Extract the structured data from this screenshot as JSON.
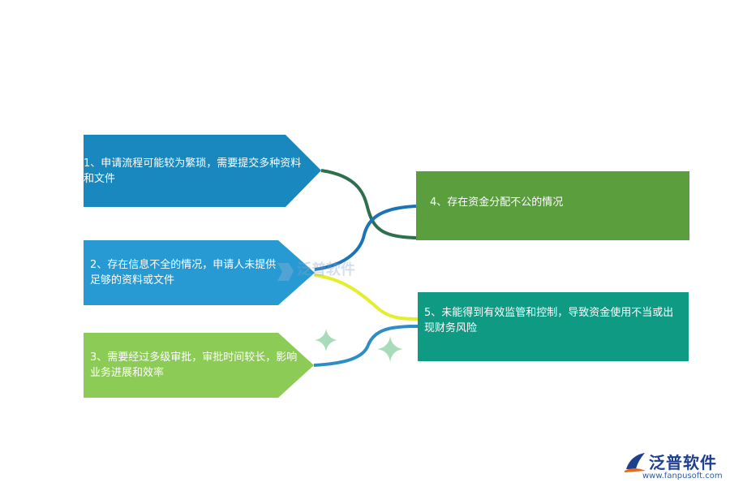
{
  "diagram": {
    "items": [
      {
        "text": "1、申请流程可能较为繁琐，需要提交多种资料和文件",
        "color": "#1888be"
      },
      {
        "text": "2、存在信息不全的情况，申请人未提供足够的资料或文件",
        "color": "#279ad4"
      },
      {
        "text": "3、需要经过多级审批，审批时间较长，影响业务进展和效率",
        "color": "#8ccb55"
      },
      {
        "text": "4、存在资金分配不公的情况",
        "color": "#5a9e3e"
      },
      {
        "text": "5、未能得到有效监管和控制，导致资金使用不当或出现财务风险",
        "color": "#0f9a84"
      }
    ],
    "connector_colors": {
      "dark_green": "#2e6f4c",
      "blue": "#1c74b8",
      "yellow": "#e3ee2c",
      "light_blue": "#2b8ec7"
    },
    "sparkle_color": "#a8dcb8"
  },
  "watermark": {
    "text": "泛普软件"
  },
  "logo": {
    "name": "泛普软件",
    "url": "www.fanpusoft.com",
    "icon": "fanpu-logo-icon"
  }
}
